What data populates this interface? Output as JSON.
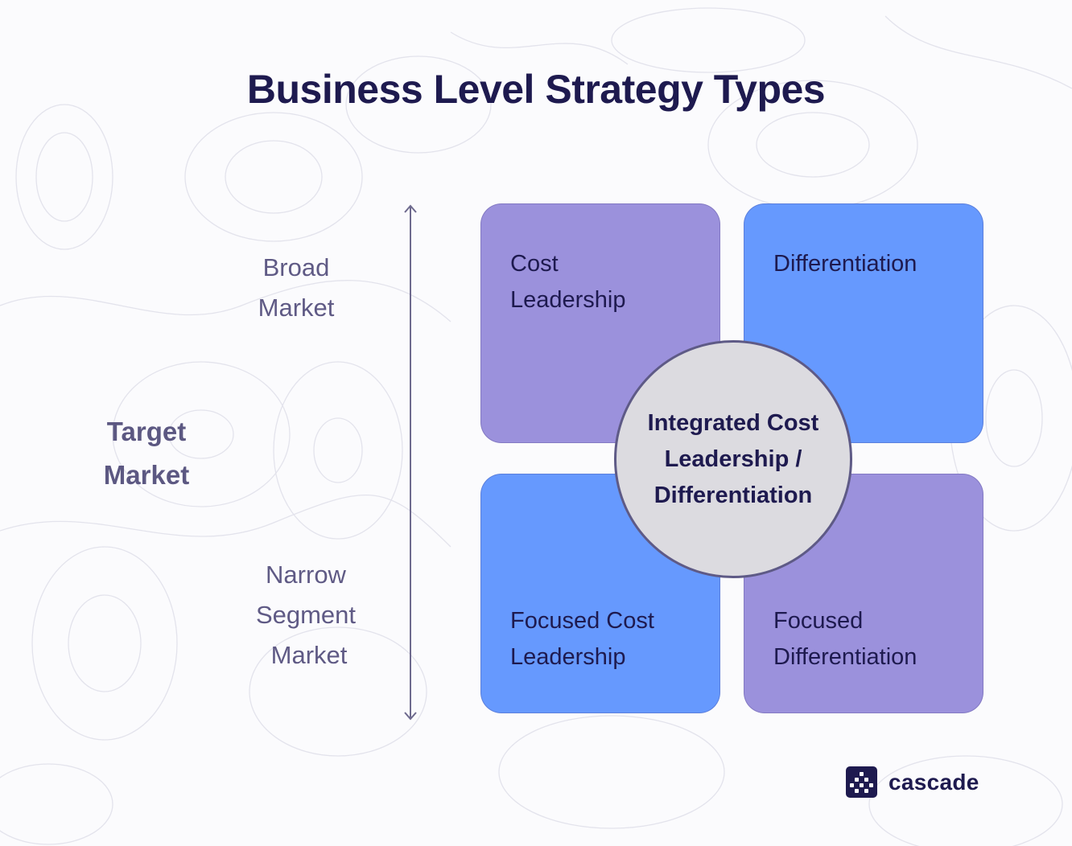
{
  "title": "Business Level Strategy Types",
  "axis": {
    "main_label_line1": "Target",
    "main_label_line2": "Market",
    "top_label_line1": "Broad",
    "top_label_line2": "Market",
    "bottom_label_line1": "Narrow",
    "bottom_label_line2": "Segment",
    "bottom_label_line3": "Market"
  },
  "quadrants": {
    "top_left": {
      "line1": "Cost",
      "line2": "Leadership",
      "color": "#9b91dc"
    },
    "top_right": {
      "line1": "Differentiation",
      "color": "#6699fe"
    },
    "bottom_left": {
      "line1": "Focused Cost",
      "line2": "Leadership",
      "color": "#6699fe"
    },
    "bottom_right": {
      "line1": "Focused",
      "line2": "Differentiation",
      "color": "#9b91dc"
    }
  },
  "center": {
    "line1": "Integrated Cost",
    "line2": "Leadership /",
    "line3": "Differentiation",
    "color": "#dcdbe0"
  },
  "brand": {
    "name": "cascade",
    "icon": "cascade-logo-icon",
    "color": "#1e1a4f"
  }
}
